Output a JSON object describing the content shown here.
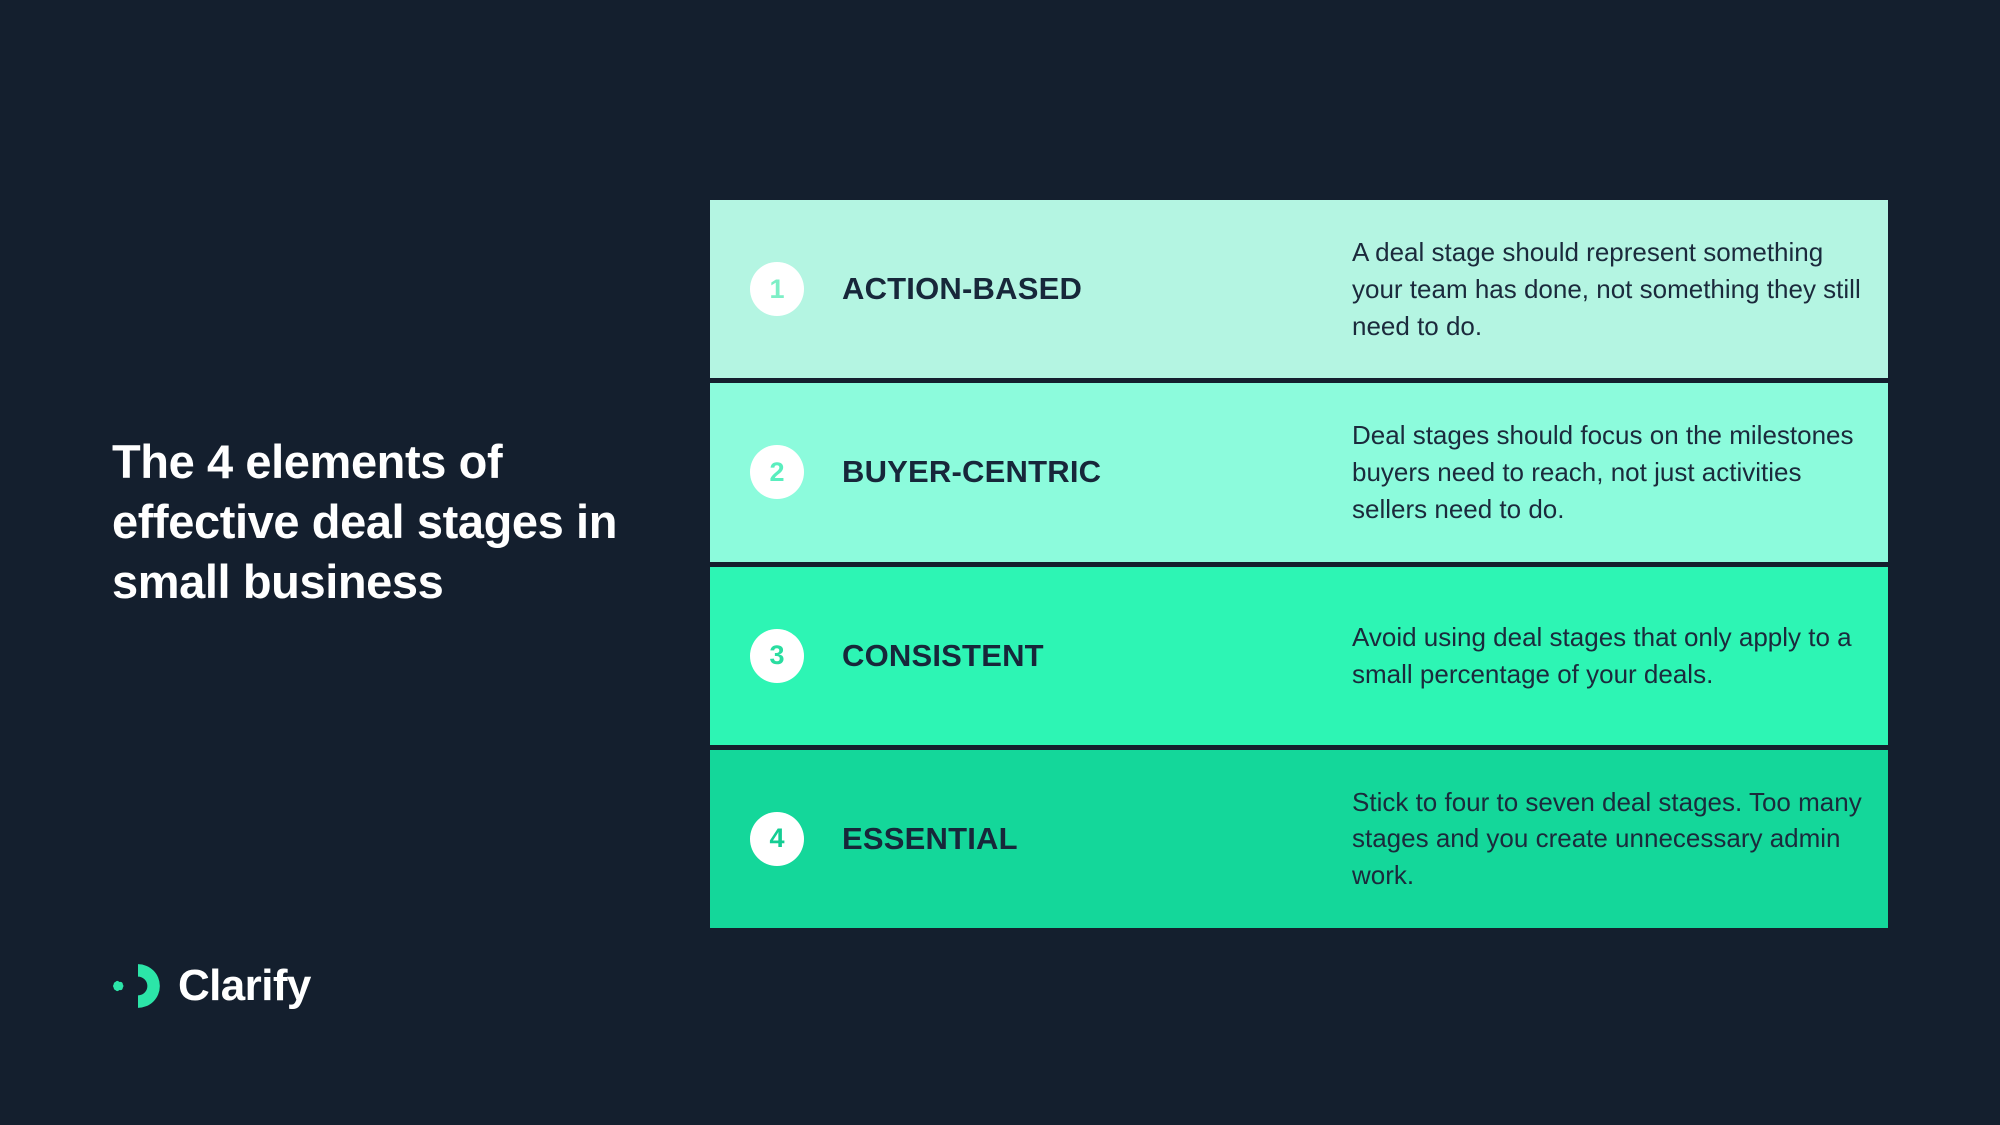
{
  "background_color": "#141f2e",
  "title": "The 4 elements of effective deal stages in small business",
  "logo": {
    "mark_name": "clarify-logo-mark",
    "wordmark": "Clarify",
    "mark_color": "#2ce5a8",
    "wordmark_color": "#ffffff"
  },
  "table": {
    "rows": [
      {
        "number": "1",
        "label": "ACTION-BASED",
        "description": "A deal stage should represent something your team has done, not something they still need to do.",
        "background": "#b4f5e2",
        "number_color": "#7defc6"
      },
      {
        "number": "2",
        "label": "BUYER-CENTRIC",
        "description": "Deal stages should focus on the milestones buyers need to reach, not just activities sellers need to do.",
        "background": "#8cfbdc",
        "number_color": "#5aeebe"
      },
      {
        "number": "3",
        "label": "CONSISTENT",
        "description": "Avoid using deal stages that only apply to a small percentage of your deals.",
        "background": "#2df5b4",
        "number_color": "#2adda0"
      },
      {
        "number": "4",
        "label": "ESSENTIAL",
        "description": "Stick to four to seven deal stages. Too many stages and you create unnecessary admin work.",
        "background": "#14d79a",
        "number_color": "#14cd93"
      }
    ]
  }
}
